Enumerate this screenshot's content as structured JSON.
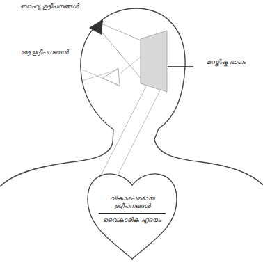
{
  "diagram": {
    "nodes": [
      {
        "text": [
          "വികാരപരമായ ഉദ്ദീപനങ്ങൾ",
          "വൈകാരിക ഹൃദയം"
        ]
      }
    ],
    "labels": [
      "ബാഹ്യ ഉദ്ദീപനങ്ങൾ",
      "ആ ഉദ്ദീപനങ്ങൾ",
      "മസ്തിഷ്ക ഭാഗം"
    ]
  }
}
